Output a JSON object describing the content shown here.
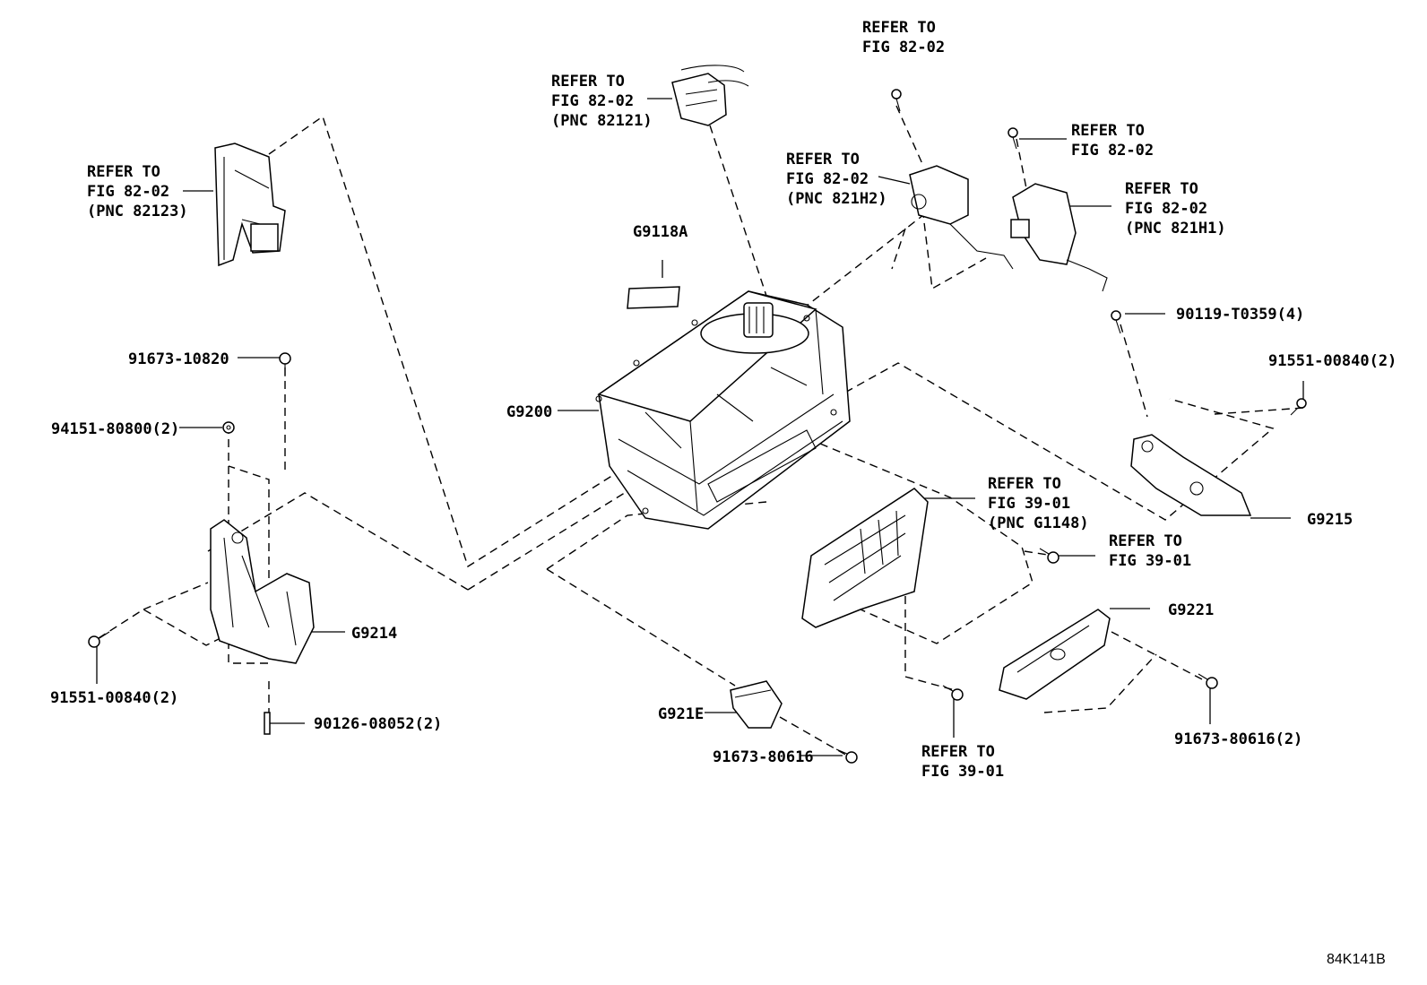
{
  "diagram_code": "84K141B",
  "labels": {
    "ref_82123": [
      "REFER TO",
      "FIG 82-02",
      "(PNC 82123)"
    ],
    "ref_82121": [
      "REFER TO",
      "FIG 82-02",
      "(PNC 82121)"
    ],
    "ref_top": [
      "REFER TO",
      "FIG 82-02"
    ],
    "ref_821h2": [
      "REFER TO",
      "FIG 82-02",
      "(PNC 821H2)"
    ],
    "ref_right_top": [
      "REFER TO",
      "FIG 82-02"
    ],
    "ref_821h1": [
      "REFER TO",
      "FIG 82-02",
      "(PNC 821H1)"
    ],
    "ref_g1148": [
      "REFER TO",
      "FIG 39-01",
      "(PNC G1148)"
    ],
    "ref_39_right": [
      "REFER TO",
      "FIG 39-01"
    ],
    "ref_39_bottom": [
      "REFER TO",
      "FIG 39-01"
    ]
  },
  "parts": {
    "g9118a": "G9118A",
    "g9200": "G9200",
    "g9214": "G9214",
    "g9215": "G9215",
    "g9221": "G9221",
    "g921e": "G921E",
    "p91673_10820": "91673-10820",
    "p94151_80800": "94151-80800(2)",
    "p91551_left": "91551-00840(2)",
    "p90126": "90126-08052(2)",
    "p91673_80616_mid": "91673-80616",
    "p91673_80616_right": "91673-80616(2)",
    "p90119": "90119-T0359(4)",
    "p91551_right": "91551-00840(2)"
  },
  "icons": [
    "bolt-icon",
    "nut-icon",
    "stud-icon",
    "inverter-assembly-icon",
    "bracket-icon",
    "cover-icon",
    "connector-icon"
  ]
}
